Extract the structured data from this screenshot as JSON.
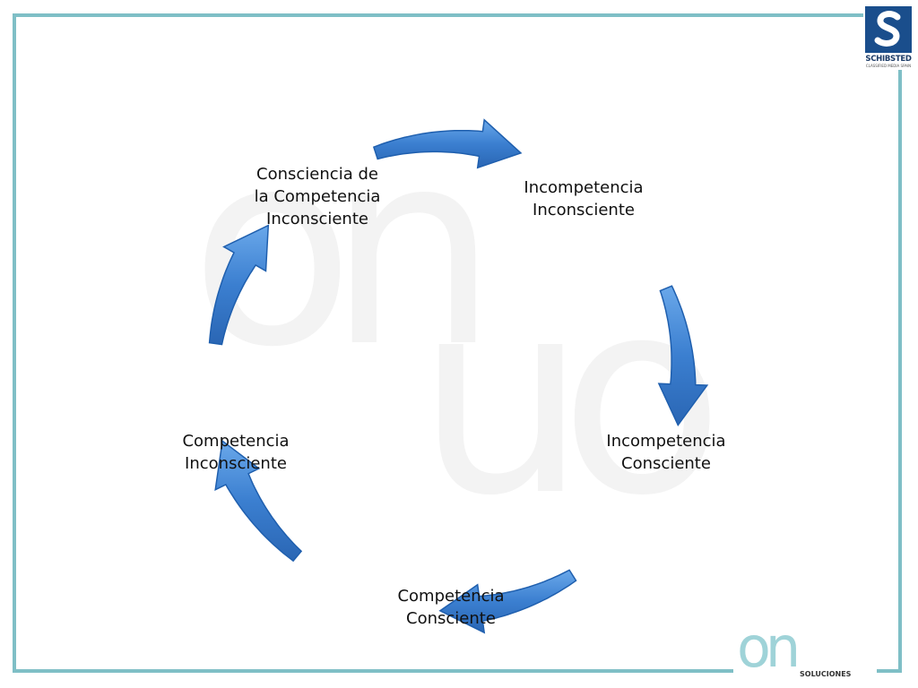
{
  "colors": {
    "frame": "#7fbfc6",
    "arrow_fill": "#3b7fd0",
    "arrow_edge": "#1f5fae",
    "watermark": "#f3f3f3",
    "text": "#111111"
  },
  "watermark": {
    "upper": "on",
    "lower": "on"
  },
  "diagram": {
    "type": "cycle",
    "stages": [
      {
        "label": "Incompetencia\nInconsciente"
      },
      {
        "label": "Incompetencia\nConsciente"
      },
      {
        "label": "Competencia\nConsciente"
      },
      {
        "label": "Competencia\nInconsciente"
      },
      {
        "label": "Consciencia de\nla Competencia\nInconsciente"
      }
    ],
    "arrow_count": 5,
    "arrow_icon": "curved-arrow-icon"
  },
  "logos": {
    "schibsted": {
      "name": "SCHIBSTED",
      "tagline": "CLASSIFIED MEDIA SPAIN",
      "icon": "schibsted-s-icon"
    },
    "on_soluciones": {
      "mark": "on",
      "text": "SOLUCIONES"
    }
  }
}
